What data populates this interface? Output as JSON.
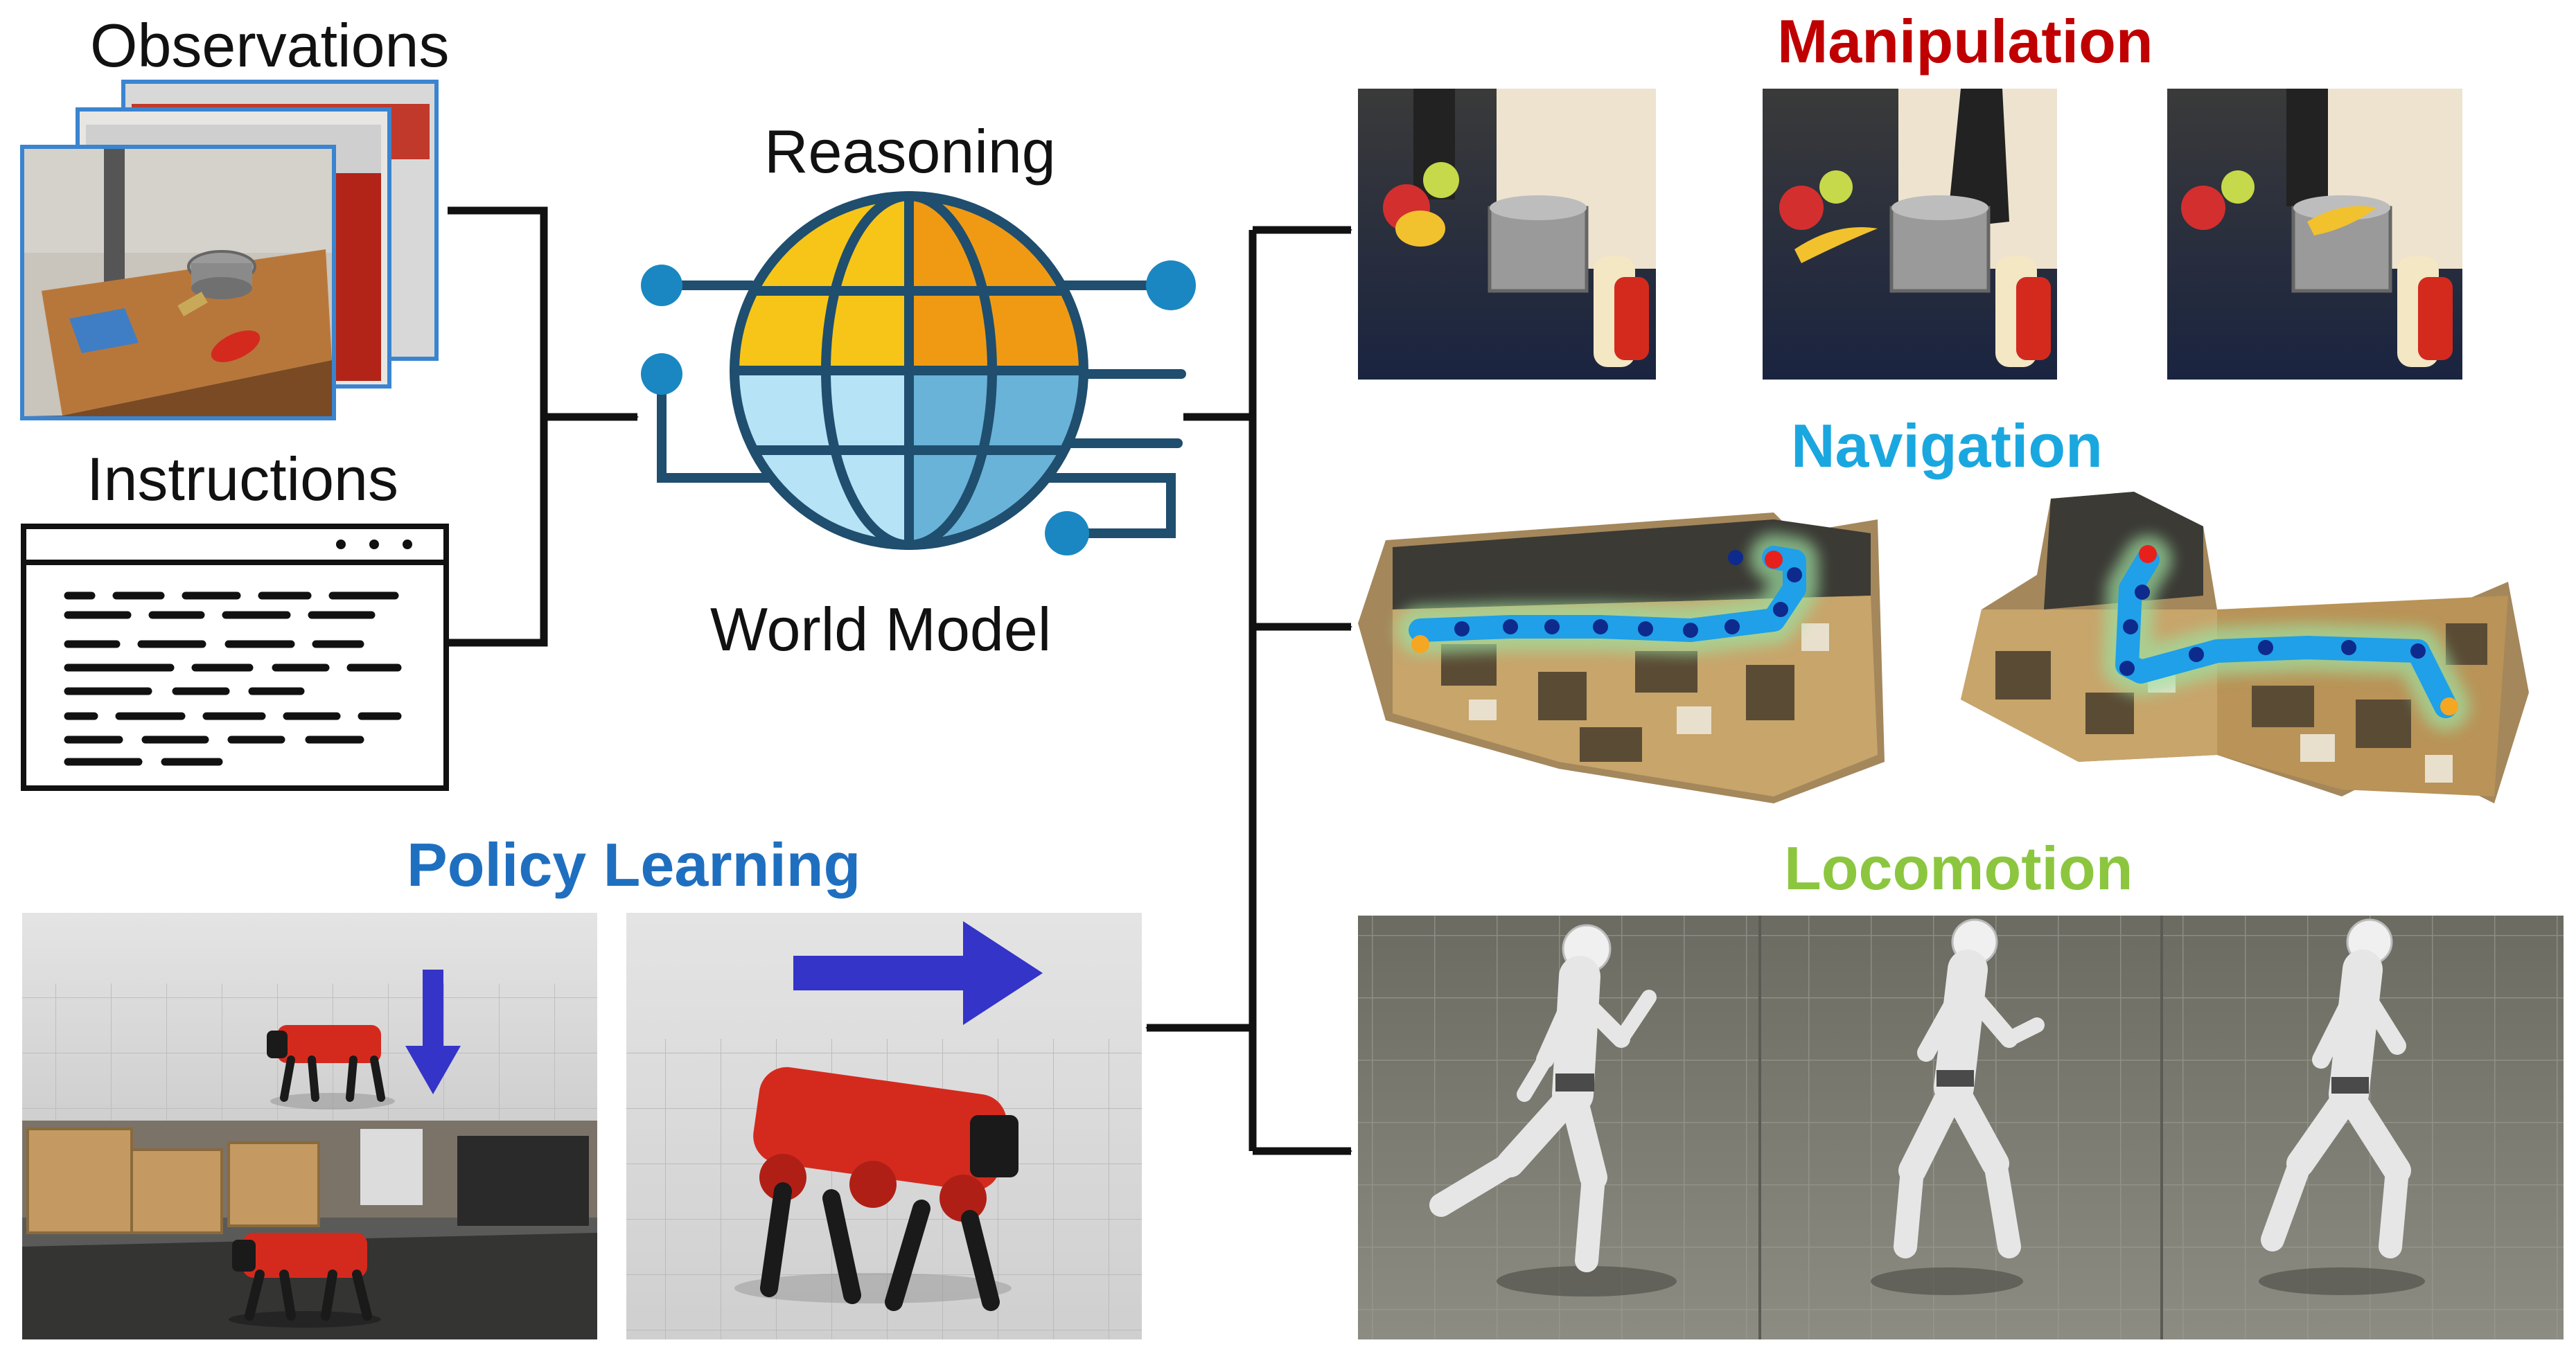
{
  "labels": {
    "observations": "Observations",
    "instructions": "Instructions",
    "reasoning": "Reasoning",
    "world_model": "World Model",
    "manipulation": "Manipulation",
    "navigation": "Navigation",
    "locomotion": "Locomotion",
    "policy_learning": "Policy Learning"
  },
  "colors": {
    "manipulation": "#c00000",
    "navigation": "#1aa7e0",
    "locomotion": "#8cc63f",
    "policy_learning": "#1f6fc0",
    "globe_outline": "#1f4e6e",
    "globe_top_light": "#f7c518",
    "globe_top_dark": "#f09a14",
    "globe_bottom_light": "#b7e3f7",
    "globe_bottom_dark": "#69b3d8",
    "node": "#1a87c2",
    "arrow": "#111111",
    "trajectory": "#1fa0e8",
    "waypoint": "#0d2a8c",
    "start_point": "#f5a623",
    "goal_point": "#e8201c",
    "robot": "#d42a1e",
    "command_arrow": "#3434c8"
  },
  "icons": {
    "globe": "globe-icon",
    "observations": "image-stack-icon",
    "instructions": "text-document-icon"
  }
}
